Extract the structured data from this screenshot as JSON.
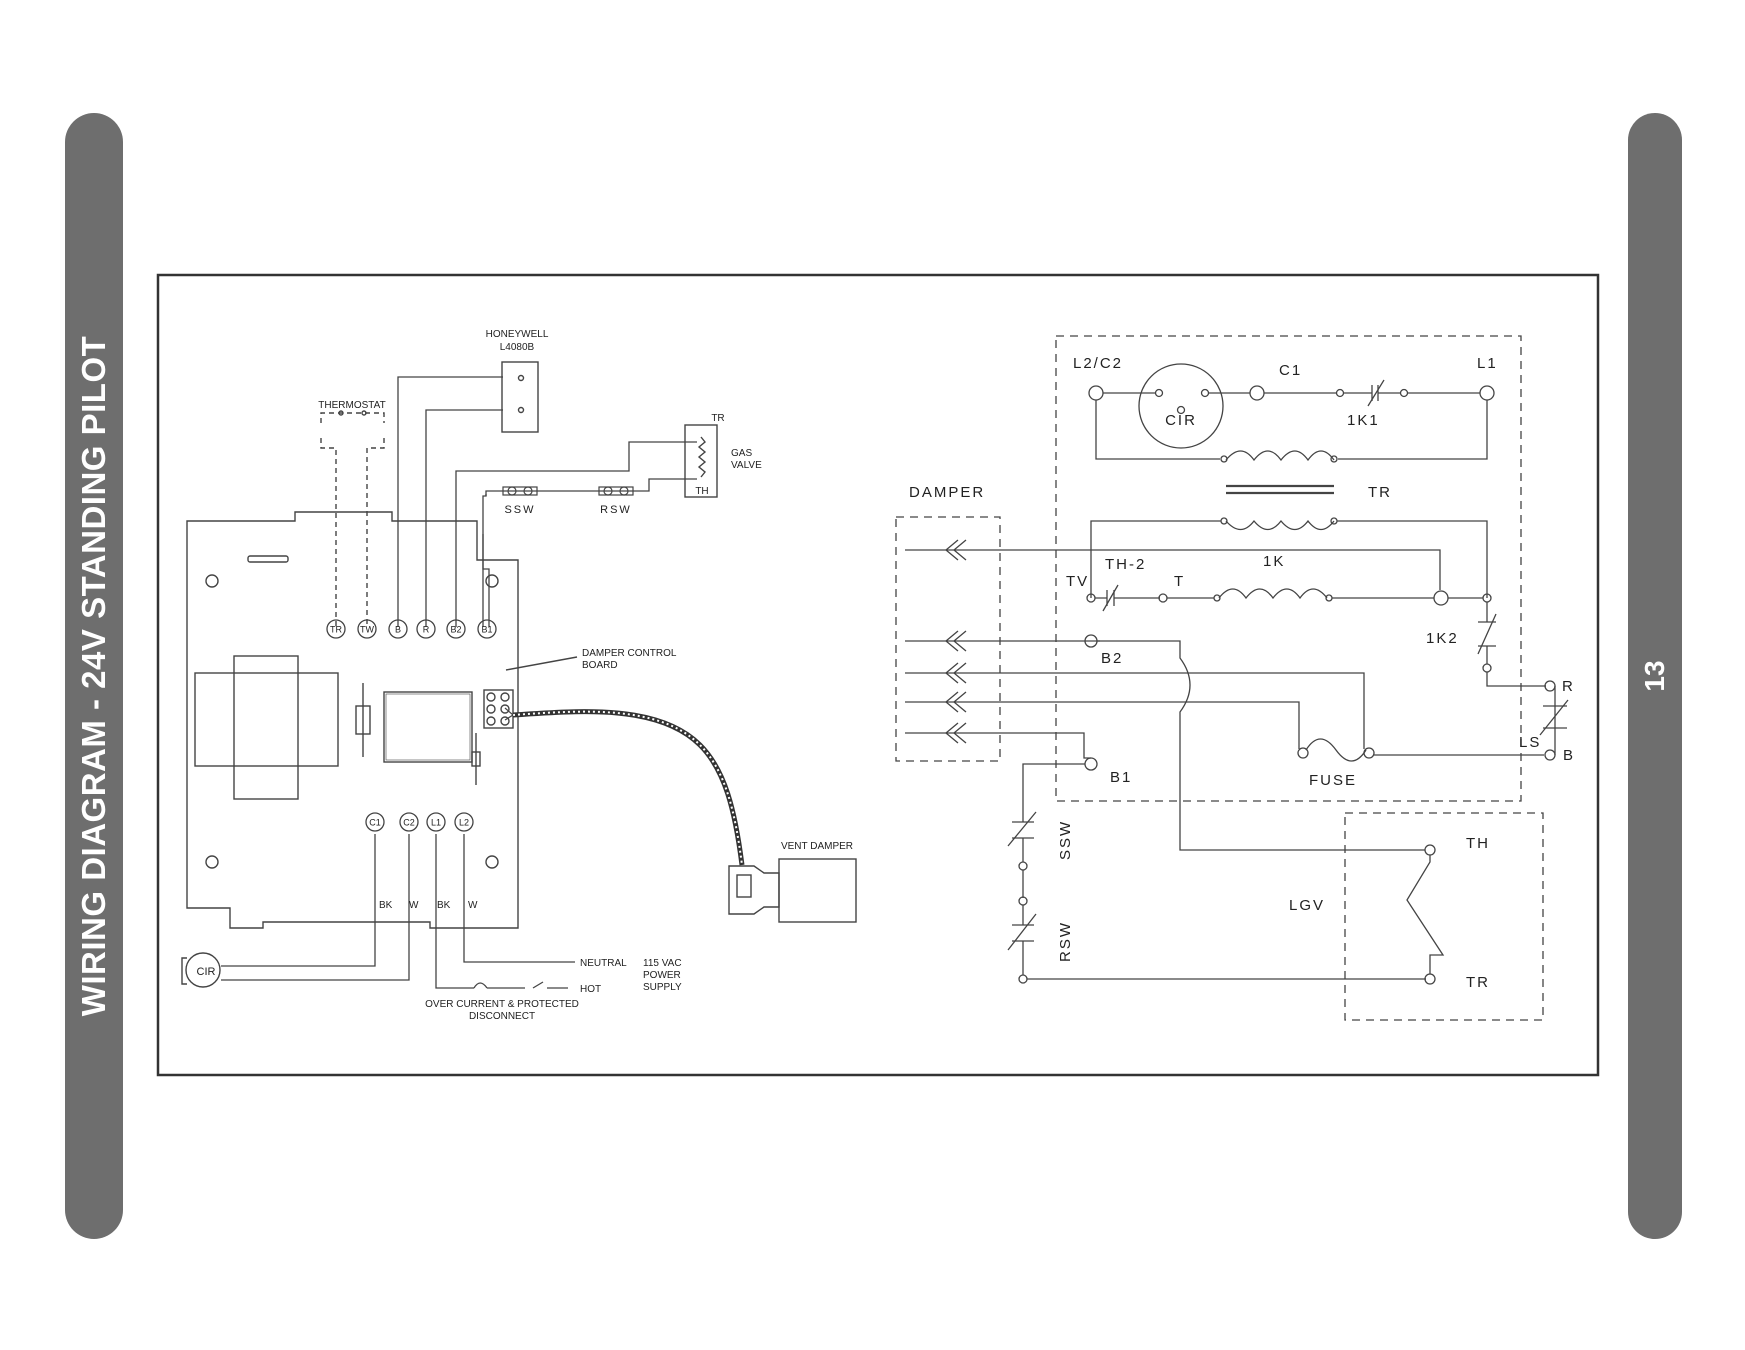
{
  "page": {
    "side_title": "WIRING DIAGRAM - 24V STANDING PILOT",
    "page_number": "13"
  },
  "pictorial": {
    "honeywell": {
      "brand": "HONEYWELL",
      "model": "L4080B"
    },
    "thermostat": "THERMOSTAT",
    "gas_valve": {
      "top": "TR",
      "line1": "GAS",
      "line2": "VALVE",
      "bottom": "TH"
    },
    "ssw": "SSW",
    "rsw": "RSW",
    "board_terminals": [
      "TR",
      "TW",
      "B",
      "R",
      "B2",
      "B1"
    ],
    "damper_board": {
      "line1": "DAMPER CONTROL",
      "line2": "BOARD"
    },
    "power_terminals": [
      "C1",
      "C2",
      "L1",
      "L2"
    ],
    "wire_colors": [
      "BK",
      "W",
      "BK",
      "W"
    ],
    "vent_damper": "VENT DAMPER",
    "circulator": "CIR",
    "neutral": "NEUTRAL",
    "hot": "HOT",
    "supply": {
      "line1": "115 VAC",
      "line2": "POWER",
      "line3": "SUPPLY"
    },
    "disconnect": {
      "line1": "OVER CURRENT & PROTECTED",
      "line2": "DISCONNECT"
    }
  },
  "schematic": {
    "l2c2": "L2/C2",
    "c1": "C1",
    "l1": "L1",
    "cir": "CIR",
    "k1": "1K1",
    "tr_coil": "TR",
    "damper": "DAMPER",
    "th2": "TH-2",
    "k": "1K",
    "tv": "TV",
    "t": "T",
    "b2": "B2",
    "k2": "1K2",
    "r": "R",
    "ls": "LS",
    "b": "B",
    "b1": "B1",
    "fuse": "FUSE",
    "ssw": "SSW",
    "rsw": "RSW",
    "lgv": "LGV",
    "th": "TH",
    "tr": "TR"
  }
}
